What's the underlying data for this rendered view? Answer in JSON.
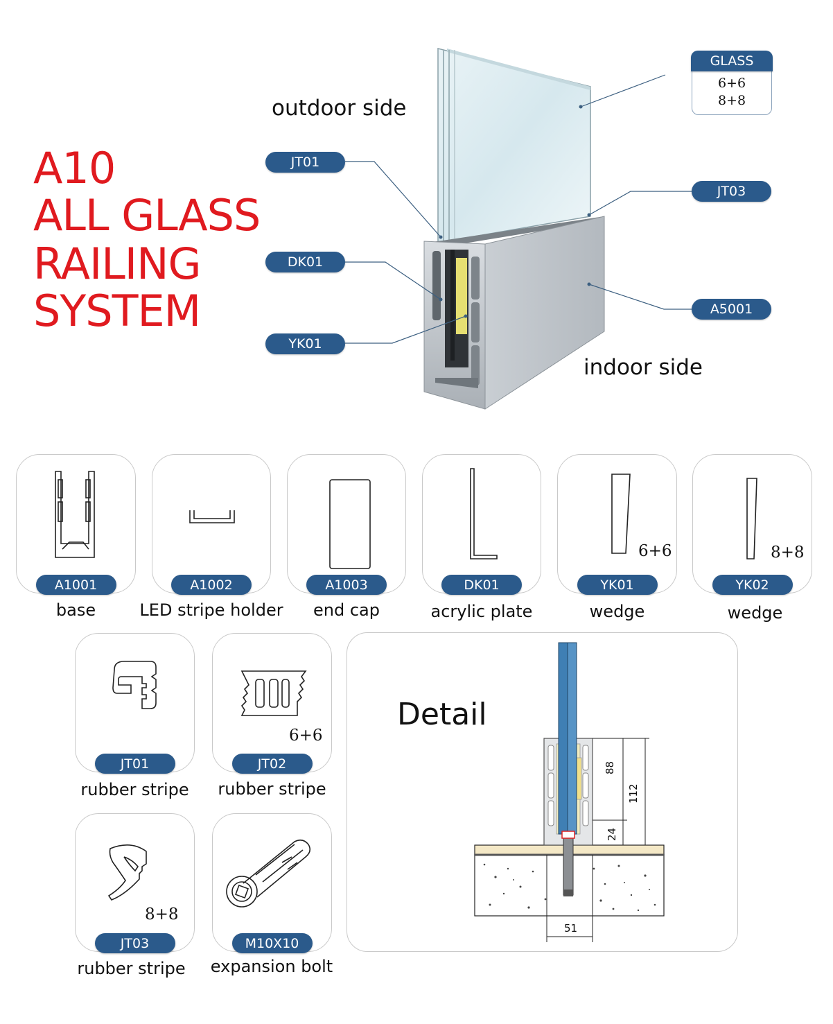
{
  "title": {
    "lines": [
      "A10",
      "ALL GLASS",
      "RAILING",
      "SYSTEM"
    ]
  },
  "colors": {
    "title": "#e01a1f",
    "pill": "#2b5a8b",
    "glass_blue": "#3f7fb4"
  },
  "hero": {
    "outdoor_label": "outdoor side",
    "indoor_label": "indoor side",
    "callouts": {
      "glass": {
        "label": "GLASS",
        "values": [
          "6+6",
          "8+8"
        ]
      },
      "jt01": "JT01",
      "dk01": "DK01",
      "yk01": "YK01",
      "jt03": "JT03",
      "a5001": "A5001"
    }
  },
  "parts": [
    {
      "code": "A1001",
      "caption": "base",
      "size": "",
      "icon": "base-profile-icon"
    },
    {
      "code": "A1002",
      "caption": "LED stripe holder",
      "size": "",
      "icon": "led-holder-icon"
    },
    {
      "code": "A1003",
      "caption": "end cap",
      "size": "",
      "icon": "end-cap-icon"
    },
    {
      "code": "DK01",
      "caption": "acrylic plate",
      "size": "",
      "icon": "acrylic-plate-icon"
    },
    {
      "code": "YK01",
      "caption": "wedge",
      "size": "6+6",
      "icon": "wedge-icon"
    },
    {
      "code": "YK02",
      "caption": "wedge",
      "size": "8+8",
      "icon": "wedge-icon"
    },
    {
      "code": "JT01",
      "caption": "rubber stripe",
      "size": "",
      "icon": "rubber-stripe-icon"
    },
    {
      "code": "JT02",
      "caption": "rubber stripe",
      "size": "6+6",
      "icon": "rubber-stripe-icon"
    },
    {
      "code": "JT03",
      "caption": "rubber stripe",
      "size": "8+8",
      "icon": "rubber-stripe-icon"
    },
    {
      "code": "M10X10",
      "caption": "expansion bolt",
      "size": "",
      "icon": "expansion-bolt-icon"
    }
  ],
  "detail": {
    "title": "Detail",
    "dimensions": {
      "inner_height": "88",
      "total_height": "112",
      "base_gap": "24",
      "width": "51"
    }
  }
}
